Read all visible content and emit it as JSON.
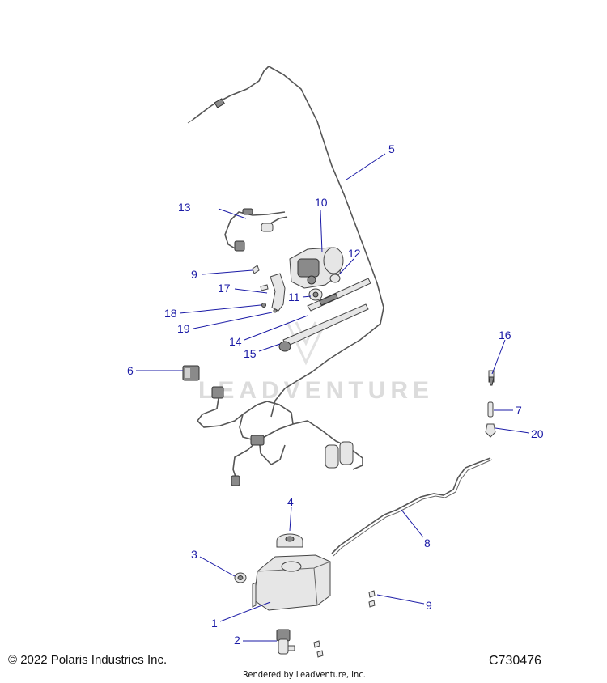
{
  "callouts": {
    "c1": "1",
    "c2": "2",
    "c3": "3",
    "c4": "4",
    "c5": "5",
    "c6": "6",
    "c7": "7",
    "c8": "8",
    "c9a": "9",
    "c9b": "9",
    "c10": "10",
    "c11": "11",
    "c12": "12",
    "c13": "13",
    "c14": "14",
    "c15": "15",
    "c16": "16",
    "c17": "17",
    "c18": "18",
    "c19": "19",
    "c20": "20"
  },
  "watermark": "LEADVENTURE",
  "footer": {
    "copyright": "© 2022 Polaris Industries Inc.",
    "diagram_code": "C730476",
    "rendered_by": "Rendered by LeadVenture, Inc."
  },
  "colors": {
    "callout": "#1a1aa6",
    "line_art": "#555555",
    "watermark": "#dcdcdc"
  }
}
